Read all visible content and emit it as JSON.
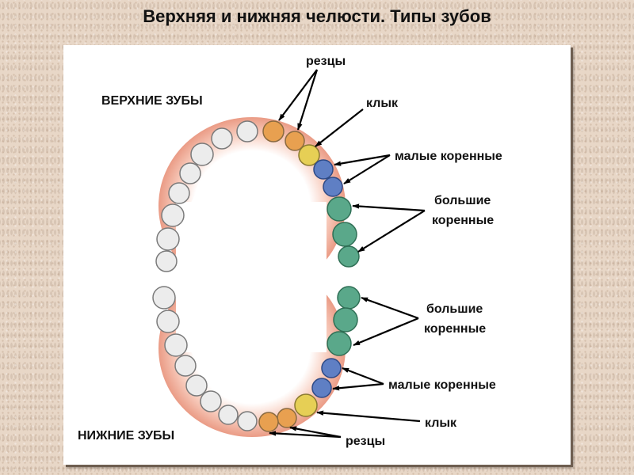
{
  "title": "Верхняя и нижняя челюсти. Типы зубов",
  "colors": {
    "incisor": "#e8a050",
    "canine": "#e6cf55",
    "premolar": "#5f7fc4",
    "molar": "#5aa88a",
    "other_tooth": "#ececec",
    "gum": "#e9a08c"
  },
  "upper": {
    "heading": "ВЕРХНИЕ ЗУБЫ",
    "incisors": "резцы",
    "canine": "клык",
    "premolars": "малые коренные",
    "molars_line1": "большие",
    "molars_line2": "коренные"
  },
  "lower": {
    "heading": "НИЖНИЕ ЗУБЫ",
    "incisors": "резцы",
    "canine": "клык",
    "premolars": "малые коренные",
    "molars_line1": "большие",
    "molars_line2": "коренные"
  }
}
